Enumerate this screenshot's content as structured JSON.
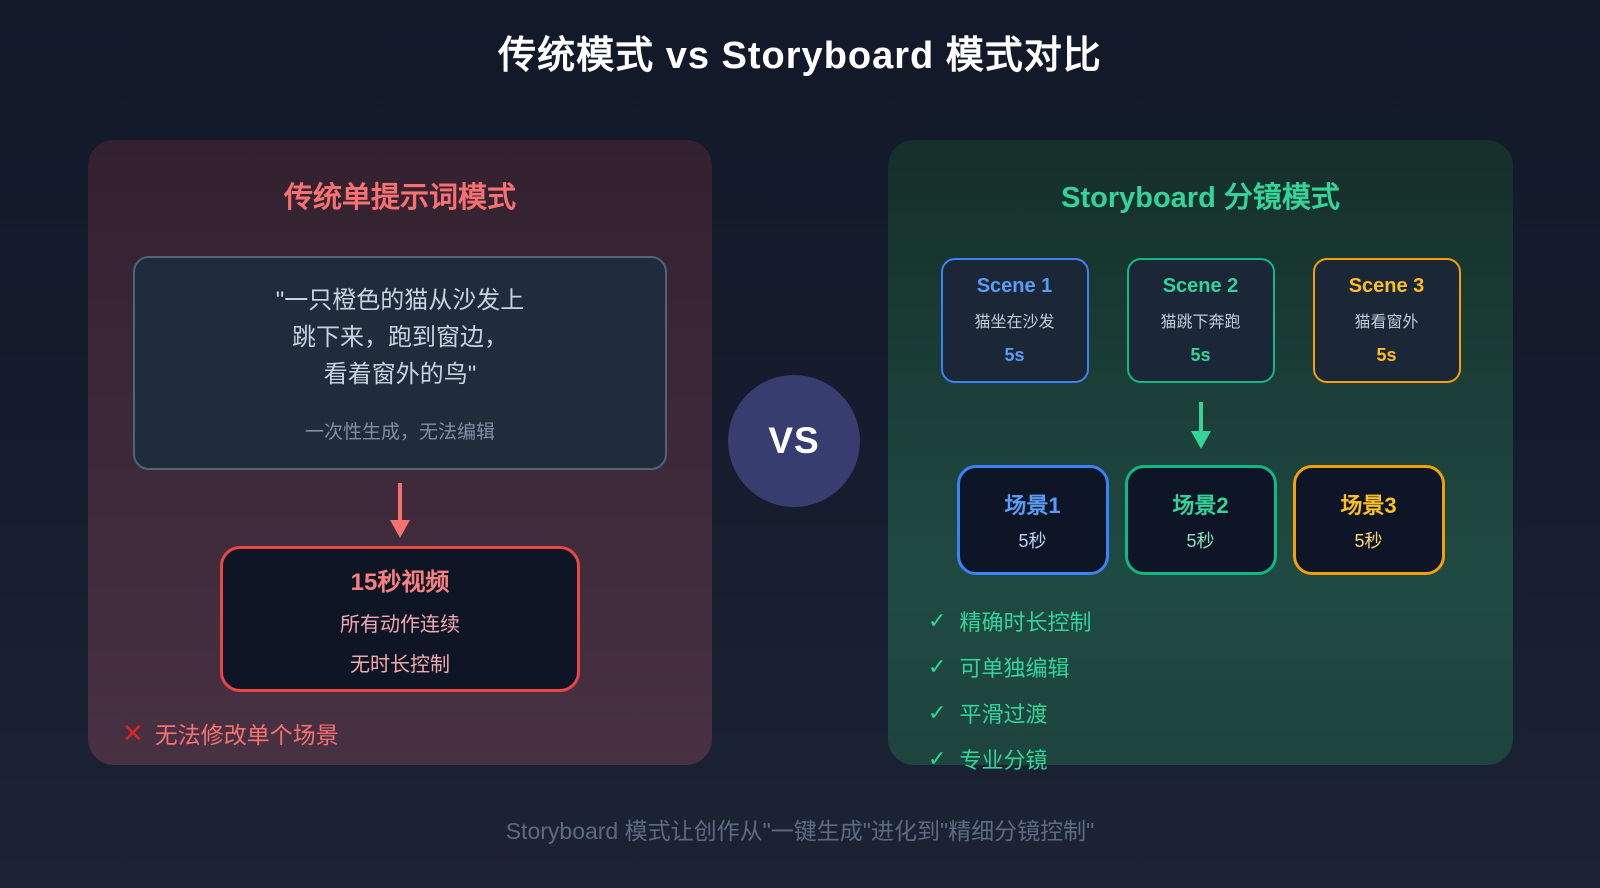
{
  "page": {
    "title": "传统模式 vs Storyboard 模式对比",
    "vs_label": "VS",
    "caption": "Storyboard 模式让创作从\"一键生成\"进化到\"精细分镜控制\""
  },
  "traditional": {
    "title": "传统单提示词模式",
    "prompt_lines": [
      "\"一只橙色的猫从沙发上",
      "跳下来，跑到窗边，",
      "看着窗外的鸟\""
    ],
    "prompt_note": "一次性生成，无法编辑",
    "result": {
      "title": "15秒视频",
      "lines": [
        "所有动作连续",
        "无时长控制"
      ]
    },
    "x_icon": "✕",
    "drawback": "无法修改单个场景"
  },
  "storyboard": {
    "title": "Storyboard 分镜模式",
    "scenes": [
      {
        "name": "Scene 1",
        "desc": "猫坐在沙发",
        "duration": "5s",
        "border_color": "#3b82f6",
        "text_color": "#5b9bf8"
      },
      {
        "name": "Scene 2",
        "desc": "猫跳下奔跑",
        "duration": "5s",
        "border_color": "#10b981",
        "text_color": "#34d399"
      },
      {
        "name": "Scene 3",
        "desc": "猫看窗外",
        "duration": "5s",
        "border_color": "#f59e0b",
        "text_color": "#fbbf24"
      }
    ],
    "clips": [
      {
        "name": "场景1",
        "duration": "5秒",
        "border_color": "#3b82f6",
        "text_color": "#5b9bf8",
        "duration_color": "#b9d2f3"
      },
      {
        "name": "场景2",
        "duration": "5秒",
        "border_color": "#10b981",
        "text_color": "#34d399",
        "duration_color": "#8fdfbd"
      },
      {
        "name": "场景3",
        "duration": "5秒",
        "border_color": "#f59e0b",
        "text_color": "#fbbf24",
        "duration_color": "#fbd77e"
      }
    ],
    "check_icon": "✓",
    "benefits": [
      "精确时长控制",
      "可单独编辑",
      "平滑过渡",
      "专业分镜"
    ]
  },
  "colors": {
    "background_top": "#121929",
    "background_bottom": "#1c2335",
    "left_panel_top": "#332130",
    "left_panel_bottom": "#473142",
    "right_panel_top": "#162f2a",
    "right_panel_bottom": "#1d443d",
    "traditional_accent": "#f87171",
    "traditional_border": "#ef4444",
    "storyboard_accent": "#34d399",
    "vs_circle": "#383d6f",
    "caption_text": "#5c6b81"
  }
}
